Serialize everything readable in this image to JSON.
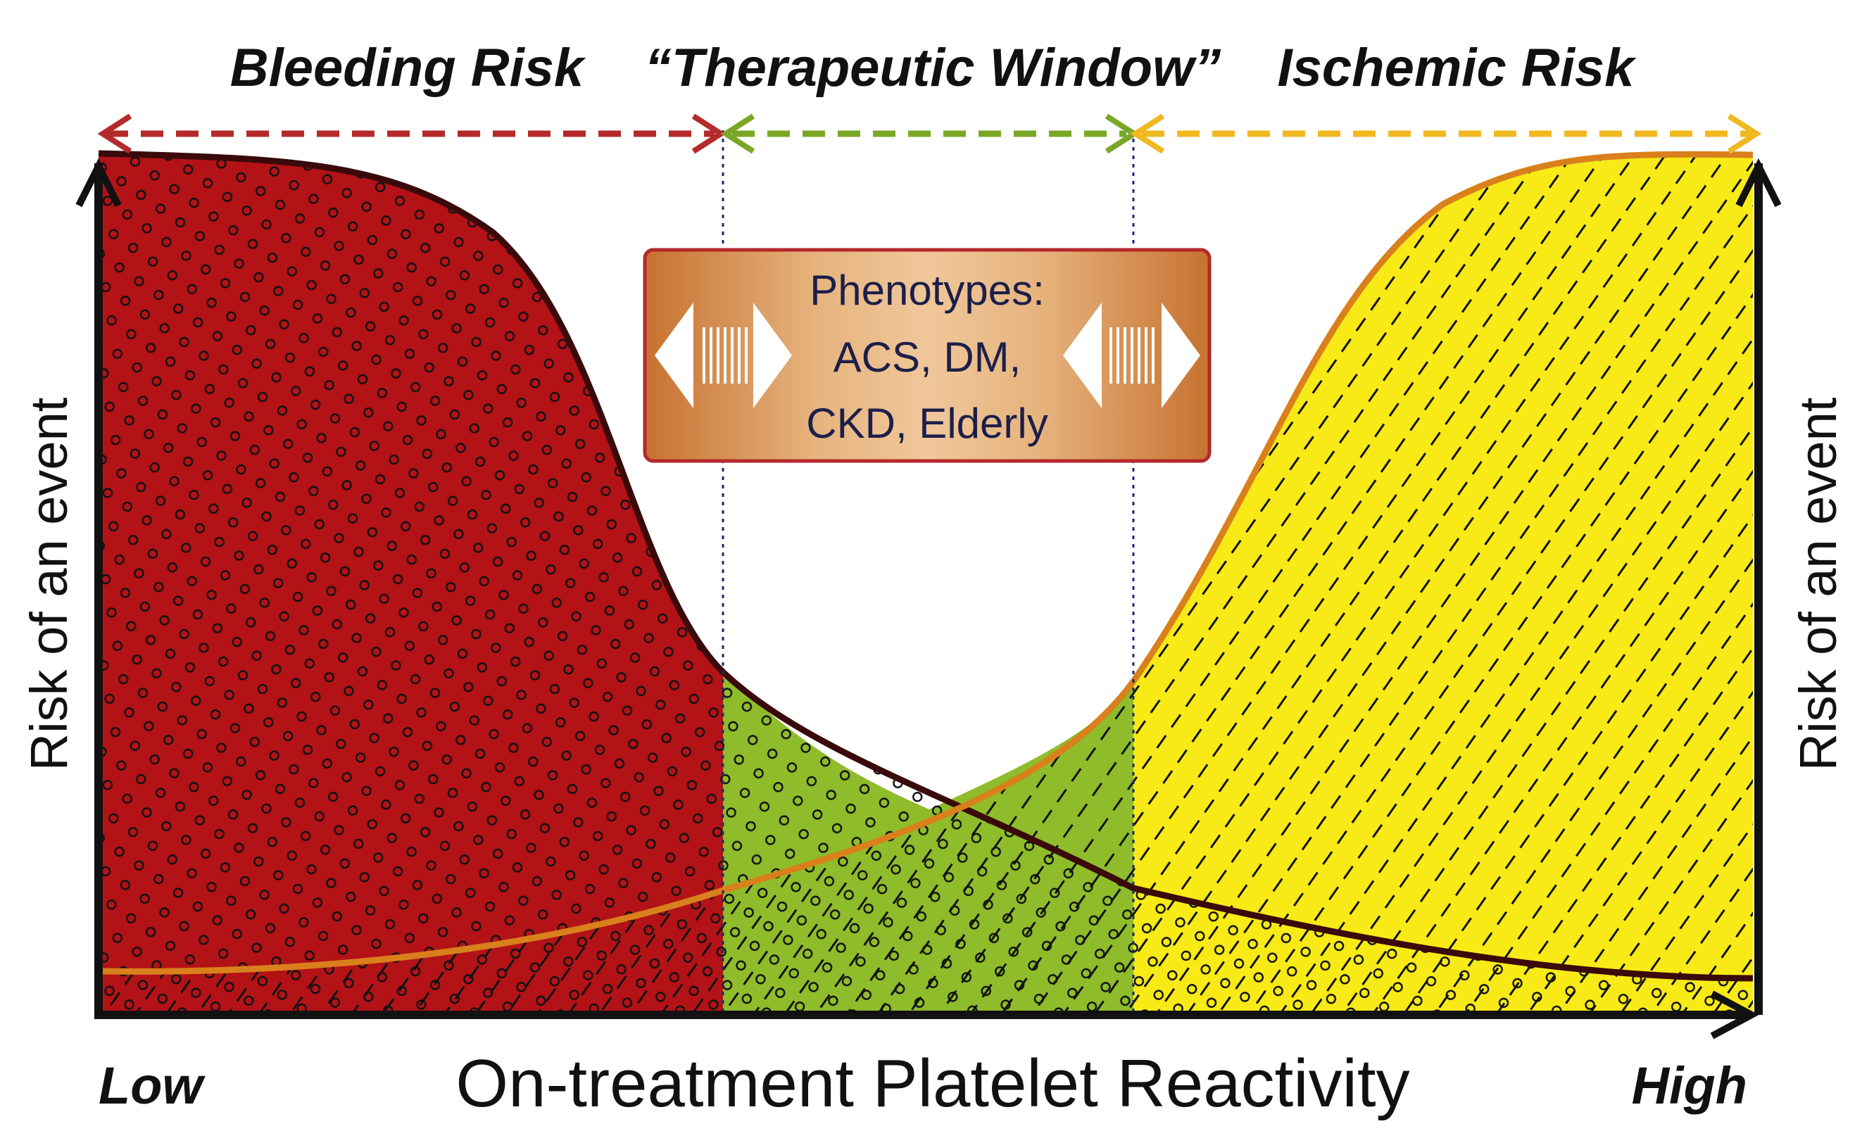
{
  "headers": {
    "bleeding": "Bleeding Risk",
    "window": "“Therapeutic Window”",
    "ischemic": "Ischemic Risk"
  },
  "axes": {
    "x_label": "On-treatment Platelet Reactivity",
    "x_low": "Low",
    "x_high": "High",
    "y_label_left": "Risk of an event",
    "y_label_right": "Risk of an event"
  },
  "phenotypes": {
    "title": "Phenotypes:",
    "line1": "ACS, DM,",
    "line2": "CKD, Elderly"
  },
  "colors": {
    "bleeding_fill": "#b31217",
    "window_fill": "#8fbc2a",
    "ischemic_fill": "#f7ea17",
    "bleeding_curve": "#3a0a0a",
    "ischemic_curve": "#d9801c",
    "bleeding_arrow": "#b52a2a",
    "window_arrow": "#7aa826",
    "ischemic_arrow": "#f0b921",
    "phenotype_box": "#cf8a4a"
  }
}
